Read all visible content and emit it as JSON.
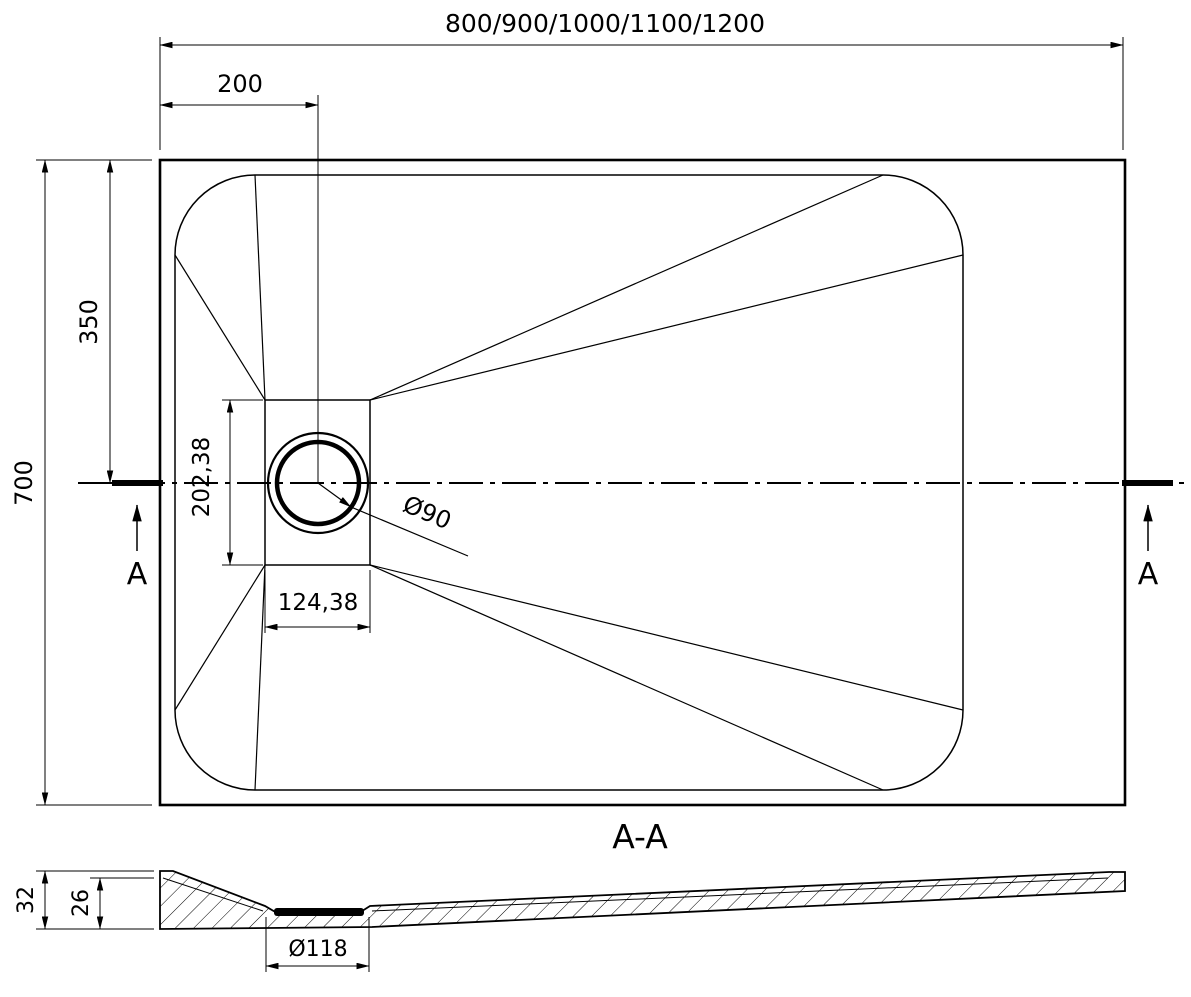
{
  "drawing": {
    "top_view": {
      "width_options": "800/900/1000/1100/1200",
      "drain_offset_from_left": "200",
      "overall_depth": "700",
      "drain_offset_from_top": "350",
      "drain_recess_height": "202,38",
      "drain_recess_width": "124,38",
      "drain_diameter_label": "Ø90"
    },
    "section_view": {
      "section_label": "A-A",
      "section_marker": "A",
      "overall_height": "32",
      "tray_depth": "26",
      "drain_hole_diameter_label": "Ø118"
    },
    "colors": {
      "line": "#000000",
      "background": "#ffffff"
    }
  }
}
